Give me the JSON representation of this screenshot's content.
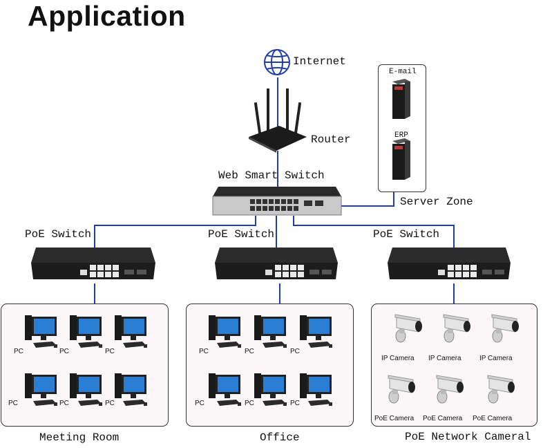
{
  "title": "Application",
  "labels": {
    "internet": "Internet",
    "router": "Router",
    "web_smart_switch": "Web Smart Switch",
    "server_zone": "Server Zone",
    "email": "E-mail",
    "erp": "ERP",
    "poe_switch_left": "PoE Switch",
    "poe_switch_mid": "PoE Switch",
    "poe_switch_right": "PoE Switch",
    "meeting_room": "Meeting Room",
    "office": "Office",
    "poe_network_camera": "PoE Network Cameral"
  },
  "pc_label": "PC",
  "ip_camera_label": "IP Camera",
  "poe_camera_label": "PoE Camera",
  "colors": {
    "link": "#1f3fa8",
    "panel_bg": "#fbf7f8"
  }
}
